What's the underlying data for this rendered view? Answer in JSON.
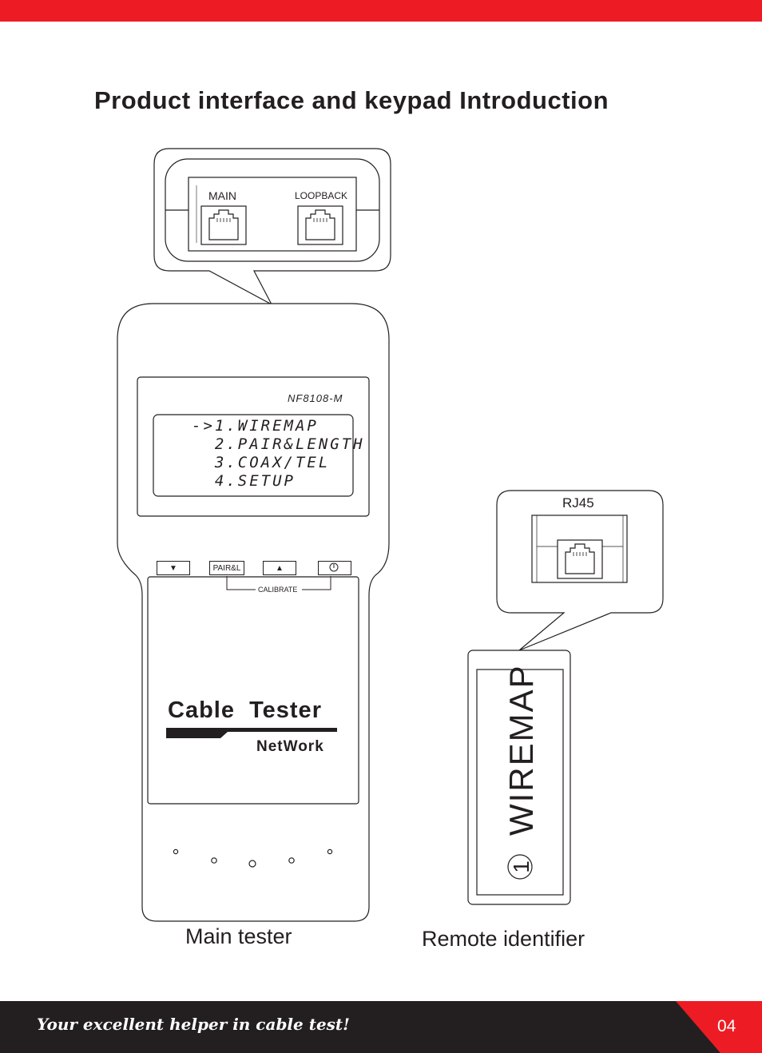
{
  "page": {
    "title": "Product interface and keypad Introduction",
    "tagline": "Your excellent helper in cable test!",
    "page_number": "04"
  },
  "colors": {
    "accent": "#ed1c24",
    "dark": "#231f20"
  },
  "main_tester": {
    "label": "Main tester",
    "ports": {
      "main": "MAIN",
      "loopback": "LOOPBACK"
    },
    "model": "NF8108-M",
    "menu": [
      "->1.WIREMAP",
      "  2.PAIR&LENGTH",
      "  3.COAX/TEL",
      "  4.SETUP"
    ],
    "keys": {
      "down": "▼",
      "pair": "PAIR&L",
      "up": "▲",
      "power": "power-icon"
    },
    "calibrate": "CALIBRATE",
    "brand": "Cable  Tester",
    "brand_sub": "NetWork"
  },
  "remote": {
    "label": "Remote identifier",
    "port": "RJ45",
    "vertical_text": "WIREMAP",
    "number": "1"
  }
}
